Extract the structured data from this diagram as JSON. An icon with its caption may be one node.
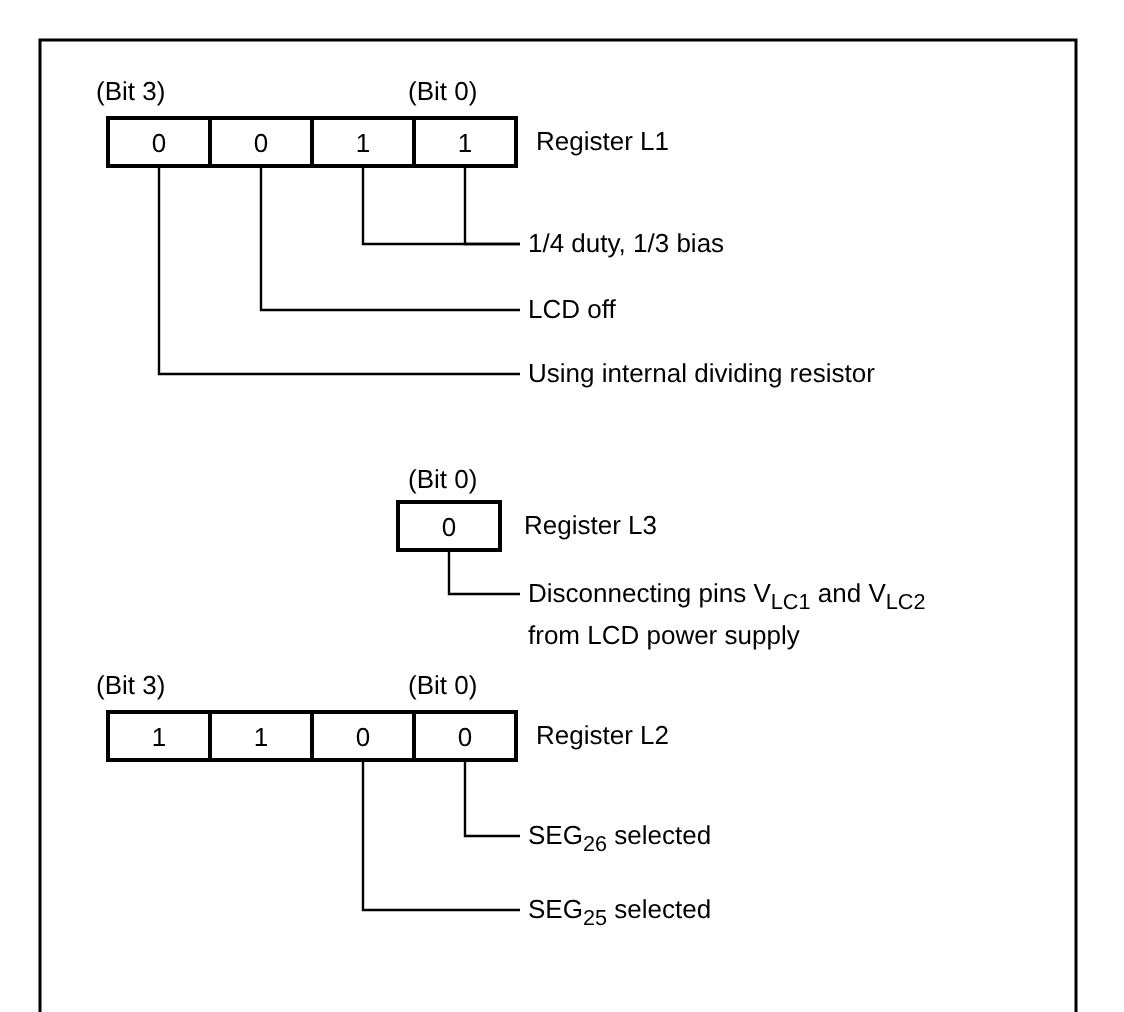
{
  "diagram": {
    "nodes": [
      {
        "text": [
          "0"
        ]
      },
      {
        "text": [
          "0"
        ]
      },
      {
        "text": [
          "1"
        ]
      },
      {
        "text": [
          "1"
        ]
      },
      {
        "text": [
          "1/4 duty, 1/3 bias"
        ]
      },
      {
        "text": [
          "LCD off"
        ]
      },
      {
        "text": [
          "Using internal dividing resistor"
        ]
      },
      {
        "text": [
          "0"
        ]
      },
      {
        "text": [
          "Disconnecting pins V$_{LC1}$ and V$_{LC2}$ from LCD power supply"
        ]
      },
      {
        "text": [
          "1"
        ]
      },
      {
        "text": [
          "1"
        ]
      },
      {
        "text": [
          "0"
        ]
      },
      {
        "text": [
          "0"
        ]
      },
      {
        "text": [
          "SEG$_{26}$ selected"
        ]
      },
      {
        "text": [
          "SEG$_{25}$ selected"
        ]
      }
    ],
    "edges": [
      {
        "from": 2,
        "to": 4,
        "arrow": "none"
      },
      {
        "from": 3,
        "to": 4,
        "arrow": "none"
      },
      {
        "from": 1,
        "to": 5,
        "arrow": "none"
      },
      {
        "from": 0,
        "to": 6,
        "arrow": "none"
      },
      {
        "from": 7,
        "to": 8,
        "arrow": "none"
      },
      {
        "from": 12,
        "to": 13,
        "arrow": "none"
      },
      {
        "from": 11,
        "to": 14,
        "arrow": "none"
      }
    ],
    "labels": [
      "(Bit 3)",
      "(Bit 0)",
      "Register L1",
      "(Bit 0)",
      "Register L3",
      "(Bit 3)",
      "(Bit 0)",
      "Register L2"
    ]
  }
}
